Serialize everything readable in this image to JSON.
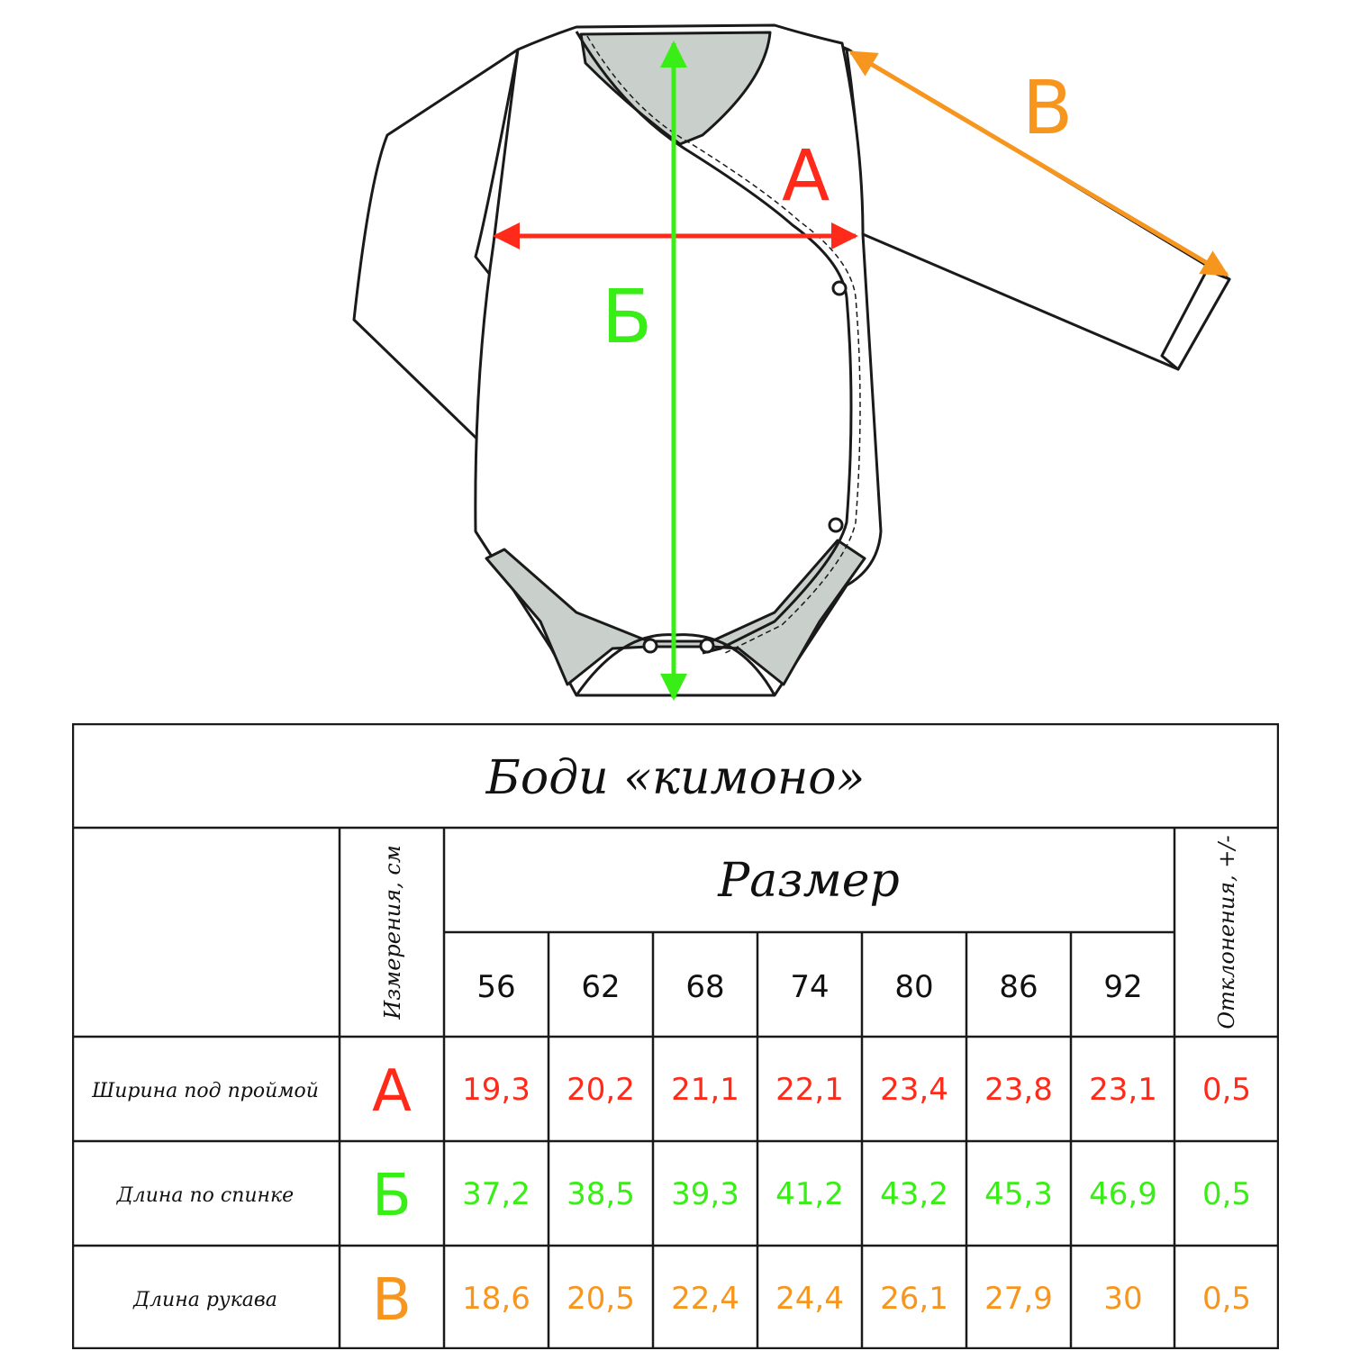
{
  "colors": {
    "A": "#ff2a1a",
    "B": "#39ee16",
    "V": "#f7961e",
    "outline": "#1a1a1a",
    "lining": "#c9d0cc"
  },
  "diagram": {
    "labels": {
      "A": "А",
      "B": "Б",
      "V": "В"
    }
  },
  "table": {
    "title": "Боди «кимоно»",
    "measure_header": "Измерения, см",
    "size_header": "Размер",
    "deviation_header": "Отклонения, +/-",
    "sizes": [
      "56",
      "62",
      "68",
      "74",
      "80",
      "86",
      "92"
    ],
    "rows": [
      {
        "name": "Ширина под проймой",
        "letter": "А",
        "color": "#ff2a1a",
        "values": [
          "19,3",
          "20,2",
          "21,1",
          "22,1",
          "23,4",
          "23,8",
          "23,1"
        ],
        "deviation": "0,5"
      },
      {
        "name": "Длина по спинке",
        "letter": "Б",
        "color": "#39ee16",
        "values": [
          "37,2",
          "38,5",
          "39,3",
          "41,2",
          "43,2",
          "45,3",
          "46,9"
        ],
        "deviation": "0,5"
      },
      {
        "name": "Длина рукава",
        "letter": "В",
        "color": "#f7961e",
        "values": [
          "18,6",
          "20,5",
          "22,4",
          "24,4",
          "26,1",
          "27,9",
          "30"
        ],
        "deviation": "0,5"
      }
    ]
  }
}
